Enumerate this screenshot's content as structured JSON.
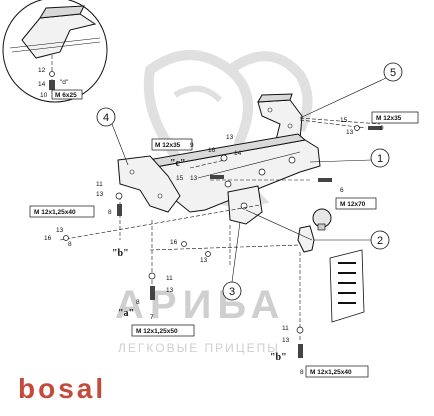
{
  "brand": "bosal",
  "brand_color": "#c44a3a",
  "watermark": {
    "name": "АРИБА",
    "subtitle": "ЛЕГКОВЫЕ ПРИЦЕПЫ",
    "color": "#cfcfcf"
  },
  "callouts": {
    "c1": "1",
    "c2": "2",
    "c3": "3",
    "c4": "4",
    "c5": "5"
  },
  "boxes": {
    "m12x35_top": "M 12x35",
    "m12x35_left": "M 12x35",
    "m12x70": "M 12x70",
    "m12x125x40_left": "M 12x1,25x40",
    "m12x125x50": "M 12x1,25x50",
    "m12x125x40_bottom": "M 12x1,25x40",
    "m6x25": "M 6x25"
  },
  "detail_tags": {
    "d": "\"d\"",
    "n12": "12",
    "n14": "14",
    "n10": "10"
  },
  "tags": {
    "c": "\"c\"",
    "a": "\"a\"",
    "b1": "\"b\"",
    "b2": "\"b\"",
    "n15a": "15",
    "n9a": "9",
    "n13a": "13",
    "n16a": "16",
    "n13b": "13",
    "n14a": "14",
    "n9b": "9",
    "n15b": "15",
    "n13c": "13",
    "n8a": "8",
    "n11a": "11",
    "n13d": "13",
    "n16b": "16",
    "n8b": "8",
    "n6": "6",
    "n13e": "13",
    "n16c": "16",
    "n13f": "13",
    "n11b": "11",
    "n13g": "13",
    "n8c": "8",
    "n7": "7",
    "n11c": "11",
    "n13h": "13",
    "n8d": "8"
  }
}
